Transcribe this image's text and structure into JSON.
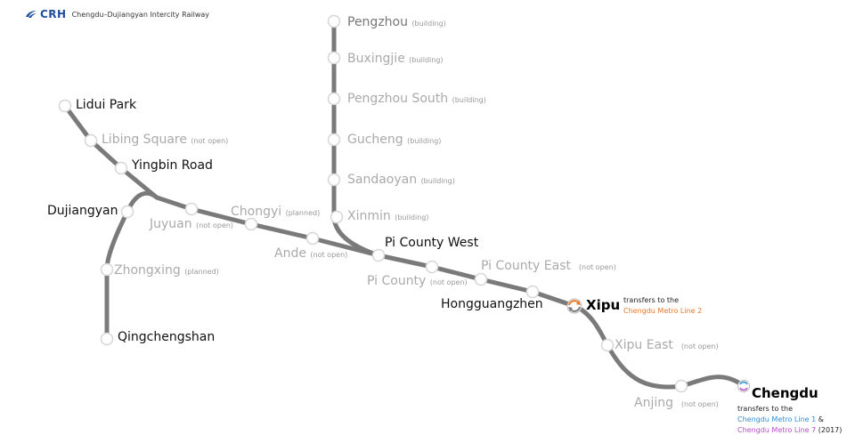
{
  "header": {
    "logo": "CRH",
    "title": "Chengdu–Dujiangyan Intercity Railway"
  },
  "colors": {
    "line": "#7a7a7a",
    "brand": "#1d4f9c",
    "xipu_transfer": "#e87722",
    "metro1": "#2f8ed8",
    "metro7": "#b84fc8"
  },
  "stations": {
    "pengzhou": {
      "name": "Pengzhou",
      "note": "(building)"
    },
    "buxingjie": {
      "name": "Buxingjie",
      "note": "(building)"
    },
    "pengzhou_south": {
      "name": "Pengzhou South",
      "note": "(building)"
    },
    "gucheng": {
      "name": "Gucheng",
      "note": "(building)"
    },
    "sandaoyan": {
      "name": "Sandaoyan",
      "note": "(building)"
    },
    "xinmin": {
      "name": "Xinmin",
      "note": "(building)"
    },
    "lidui_park": {
      "name": "Lidui Park"
    },
    "libing_square": {
      "name": "Libing Square",
      "note": "(not open)"
    },
    "yingbin_road": {
      "name": "Yingbin Road"
    },
    "dujiangyan": {
      "name": "Dujiangyan"
    },
    "juyuan": {
      "name": "Juyuan",
      "note": "(not open)"
    },
    "chongyi": {
      "name": "Chongyi",
      "note": "(planned)"
    },
    "ande": {
      "name": "Ande",
      "note": "(not open)"
    },
    "pi_county_west": {
      "name": "Pi County West"
    },
    "pi_county": {
      "name": "Pi County",
      "note": "(not open)"
    },
    "pi_county_east": {
      "name": "Pi County East",
      "note": "(not open)"
    },
    "hongguangzhen": {
      "name": "Hongguangzhen"
    },
    "xipu": {
      "name": "Xipu",
      "transfer_intro": "transfers to the",
      "transfer_line": "Chengdu Metro Line 2"
    },
    "xipu_east": {
      "name": "Xipu East",
      "note": "(not open)"
    },
    "anjing": {
      "name": "Anjing",
      "note": "(not open)"
    },
    "zhongxing": {
      "name": "Zhongxing",
      "note": "(planned)"
    },
    "qingchengshan": {
      "name": "Qingchengshan"
    },
    "chengdu": {
      "name": "Chengdu",
      "transfer_intro": "transfers to the",
      "line1": "Chengdu Metro Line 1",
      "amp": "&",
      "line7": "Chengdu Metro Line 7",
      "line7_year": "(2017)"
    }
  }
}
